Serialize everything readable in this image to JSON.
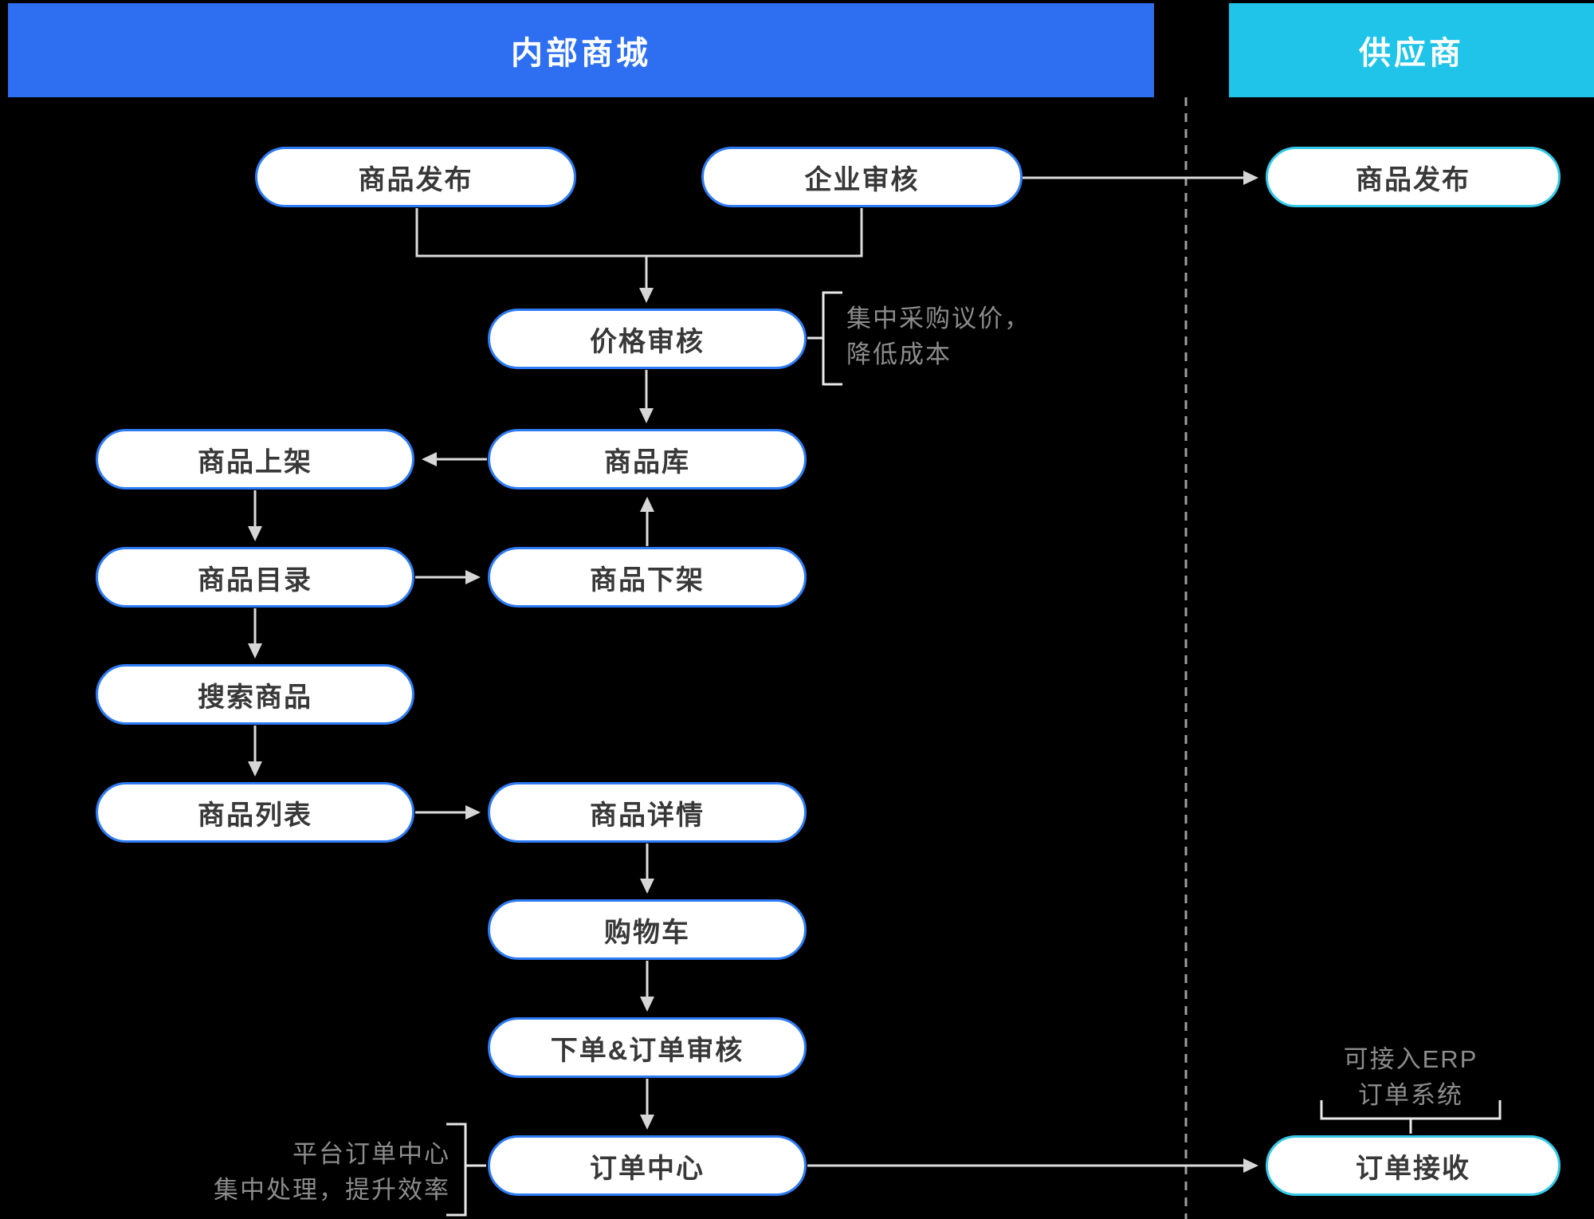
{
  "lanes": [
    {
      "label": "内部商城",
      "color": "#2D6FF0"
    },
    {
      "label": "供应商",
      "color": "#20C4E8"
    }
  ],
  "nodes": {
    "publish_internal": "商品发布",
    "enterprise_review": "企业审核",
    "publish_supplier": "商品发布",
    "price_review": "价格审核",
    "product_library": "商品库",
    "product_on_shelf": "商品上架",
    "product_catalog": "商品目录",
    "product_off_shelf": "商品下架",
    "product_search": "搜索商品",
    "product_list": "商品列表",
    "product_detail": "商品详情",
    "cart": "购物车",
    "order_review": "下单&订单审核",
    "order_center": "订单中心",
    "order_receive": "订单接收"
  },
  "annotations": {
    "price_note": [
      "集中采购议价，",
      "降低成本"
    ],
    "center_note": [
      "平台订单中心",
      "集中处理，提升效率"
    ],
    "erp_note": [
      "可接入ERP",
      "订单系统"
    ]
  },
  "colors": {
    "background": "#000000",
    "internal_lane": "#2D6FF0",
    "supplier_lane": "#20C4E8",
    "node_border_internal": "#2E7BF5",
    "node_border_supplier": "#35C9E8",
    "node_fill": "#FFFFFF",
    "node_text": "#383838",
    "annotation_text": "#8C8C8C",
    "arrow": "#DCDCDC",
    "divider": "#9E9E9E"
  }
}
